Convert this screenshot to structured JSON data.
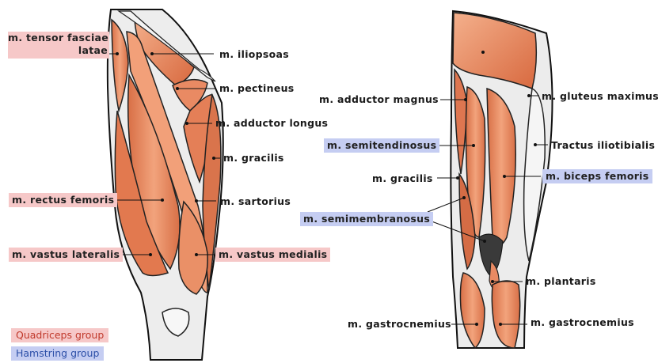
{
  "colors": {
    "quadriceps": "#f6c8c8",
    "hamstring": "#c5cdf2",
    "muscle": "#e8875f",
    "muscle_dark": "#c8613c",
    "muscle_light": "#f2ab84",
    "tendon": "#e6e6e6",
    "outline": "#111111"
  },
  "anterior_labels": {
    "tensor_1": "m. tensor fasciae",
    "tensor_2": "latae",
    "iliopsoas": "m. iliopsoas",
    "pectineus": "m. pectineus",
    "adductor_longus": "m. adductor longus",
    "gracilis": "m. gracilis",
    "rectus_femoris": "m. rectus femoris",
    "sartorius": "m. sartorius",
    "vastus_lateralis": "m. vastus lateralis",
    "vastus_medialis": "m. vastus medialis"
  },
  "posterior_labels": {
    "adductor_magnus": "m. adductor magnus",
    "gluteus_maximus": "m. gluteus maximus",
    "semitendinosus": "m. semitendinosus",
    "tractus": "Tractus iliotibialis",
    "gracilis": "m. gracilis",
    "biceps_femoris": "m. biceps femoris",
    "semimembranosus": "m. semimembranosus",
    "plantaris": "m. plantaris",
    "gastrocnemius_left": "m. gastrocnemius",
    "gastrocnemius_right": "m. gastrocnemius"
  },
  "legend": {
    "quadriceps": "Quadriceps group",
    "hamstring": "Hamstring group"
  }
}
